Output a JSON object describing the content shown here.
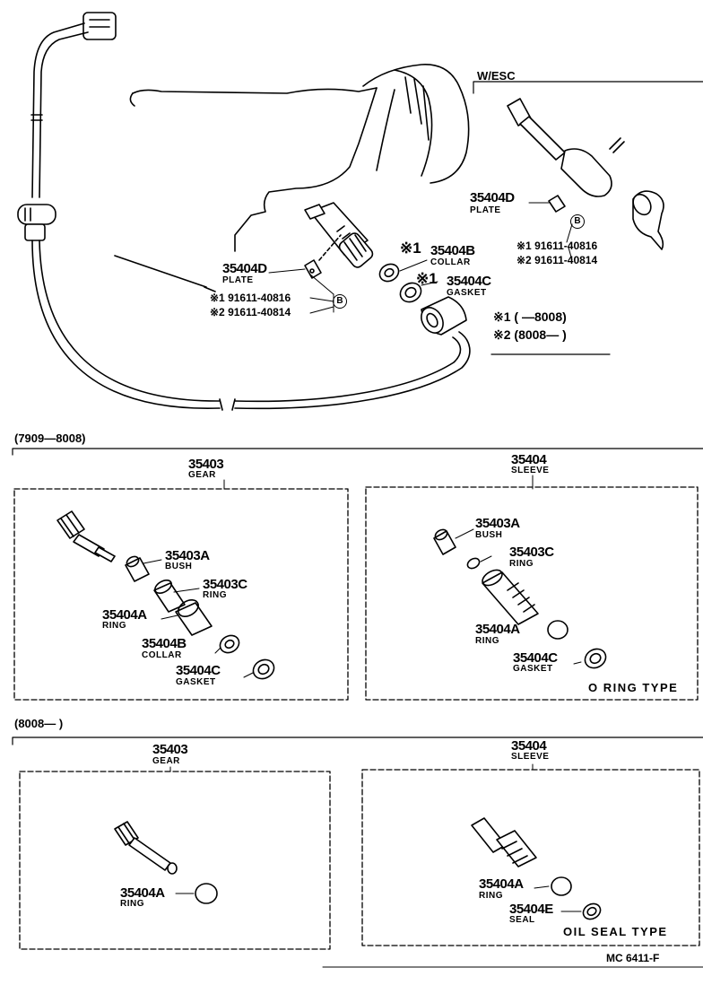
{
  "top": {
    "w_esc": "W/ESC",
    "main_plate": {
      "num": "35404D",
      "name": "PLATE"
    },
    "main_ref1": "※1 91611-40816",
    "main_ref2": "※2 91611-40814",
    "b_mark": "B",
    "collar": {
      "mark": "※1",
      "num": "35404B",
      "name": "COLLAR"
    },
    "gasket": {
      "mark": "※1",
      "num": "35404C",
      "name": "GASKET"
    },
    "esc_plate": {
      "num": "35404D",
      "name": "PLATE"
    },
    "esc_ref1": "※1 91611-40816",
    "esc_ref2": "※2 91611-40814",
    "esc_b_mark": "B",
    "legend1": "※1 (      —8008)",
    "legend2": "※2 (8008—       )"
  },
  "section1": {
    "header": "(7909—8008)",
    "gear": {
      "num": "35403",
      "name": "GEAR"
    },
    "sleeve": {
      "num": "35404",
      "name": "SLEEVE"
    },
    "left_parts": [
      {
        "num": "35403A",
        "name": "BUSH"
      },
      {
        "num": "35403C",
        "name": "RING"
      },
      {
        "num": "35404A",
        "name": "RING"
      },
      {
        "num": "35404B",
        "name": "COLLAR"
      },
      {
        "num": "35404C",
        "name": "GASKET"
      }
    ],
    "right_parts": [
      {
        "num": "35403A",
        "name": "BUSH"
      },
      {
        "num": "35403C",
        "name": "RING"
      },
      {
        "num": "35404A",
        "name": "RING"
      },
      {
        "num": "35404C",
        "name": "GASKET"
      }
    ],
    "type_label": "O RING TYPE"
  },
  "section2": {
    "header": "(8008—       )",
    "gear": {
      "num": "35403",
      "name": "GEAR"
    },
    "sleeve": {
      "num": "35404",
      "name": "SLEEVE"
    },
    "left_parts": [
      {
        "num": "35404A",
        "name": "RING"
      }
    ],
    "right_parts": [
      {
        "num": "35404A",
        "name": "RING"
      },
      {
        "num": "35404E",
        "name": "SEAL"
      }
    ],
    "type_label": "OIL SEAL TYPE"
  },
  "footer": "MC 6411-F"
}
